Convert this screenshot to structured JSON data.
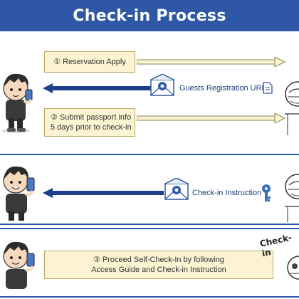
{
  "title": "Check-in Process",
  "steps": {
    "reservation": "① Reservation Apply",
    "guests_registration": "Guests Registration URL",
    "submit_passport": "② Submit passport info\n5 days prior to check-in",
    "checkin_instruction": "Check-in Instruction",
    "self_checkin": "③ Proceed Self-Check-In by following\nAccess Guide and Check-in Instruction",
    "checkin_tag": "Check-in"
  },
  "colors": {
    "primary_blue": "#2e58a6",
    "step_fill": "#fbf3d2",
    "dark_arrow": "#1c3f8c"
  },
  "icons": [
    "envelope-at-icon",
    "document-icon",
    "key-icon",
    "guest-figure-icon",
    "host-figure-icon",
    "arrow-icon"
  ]
}
